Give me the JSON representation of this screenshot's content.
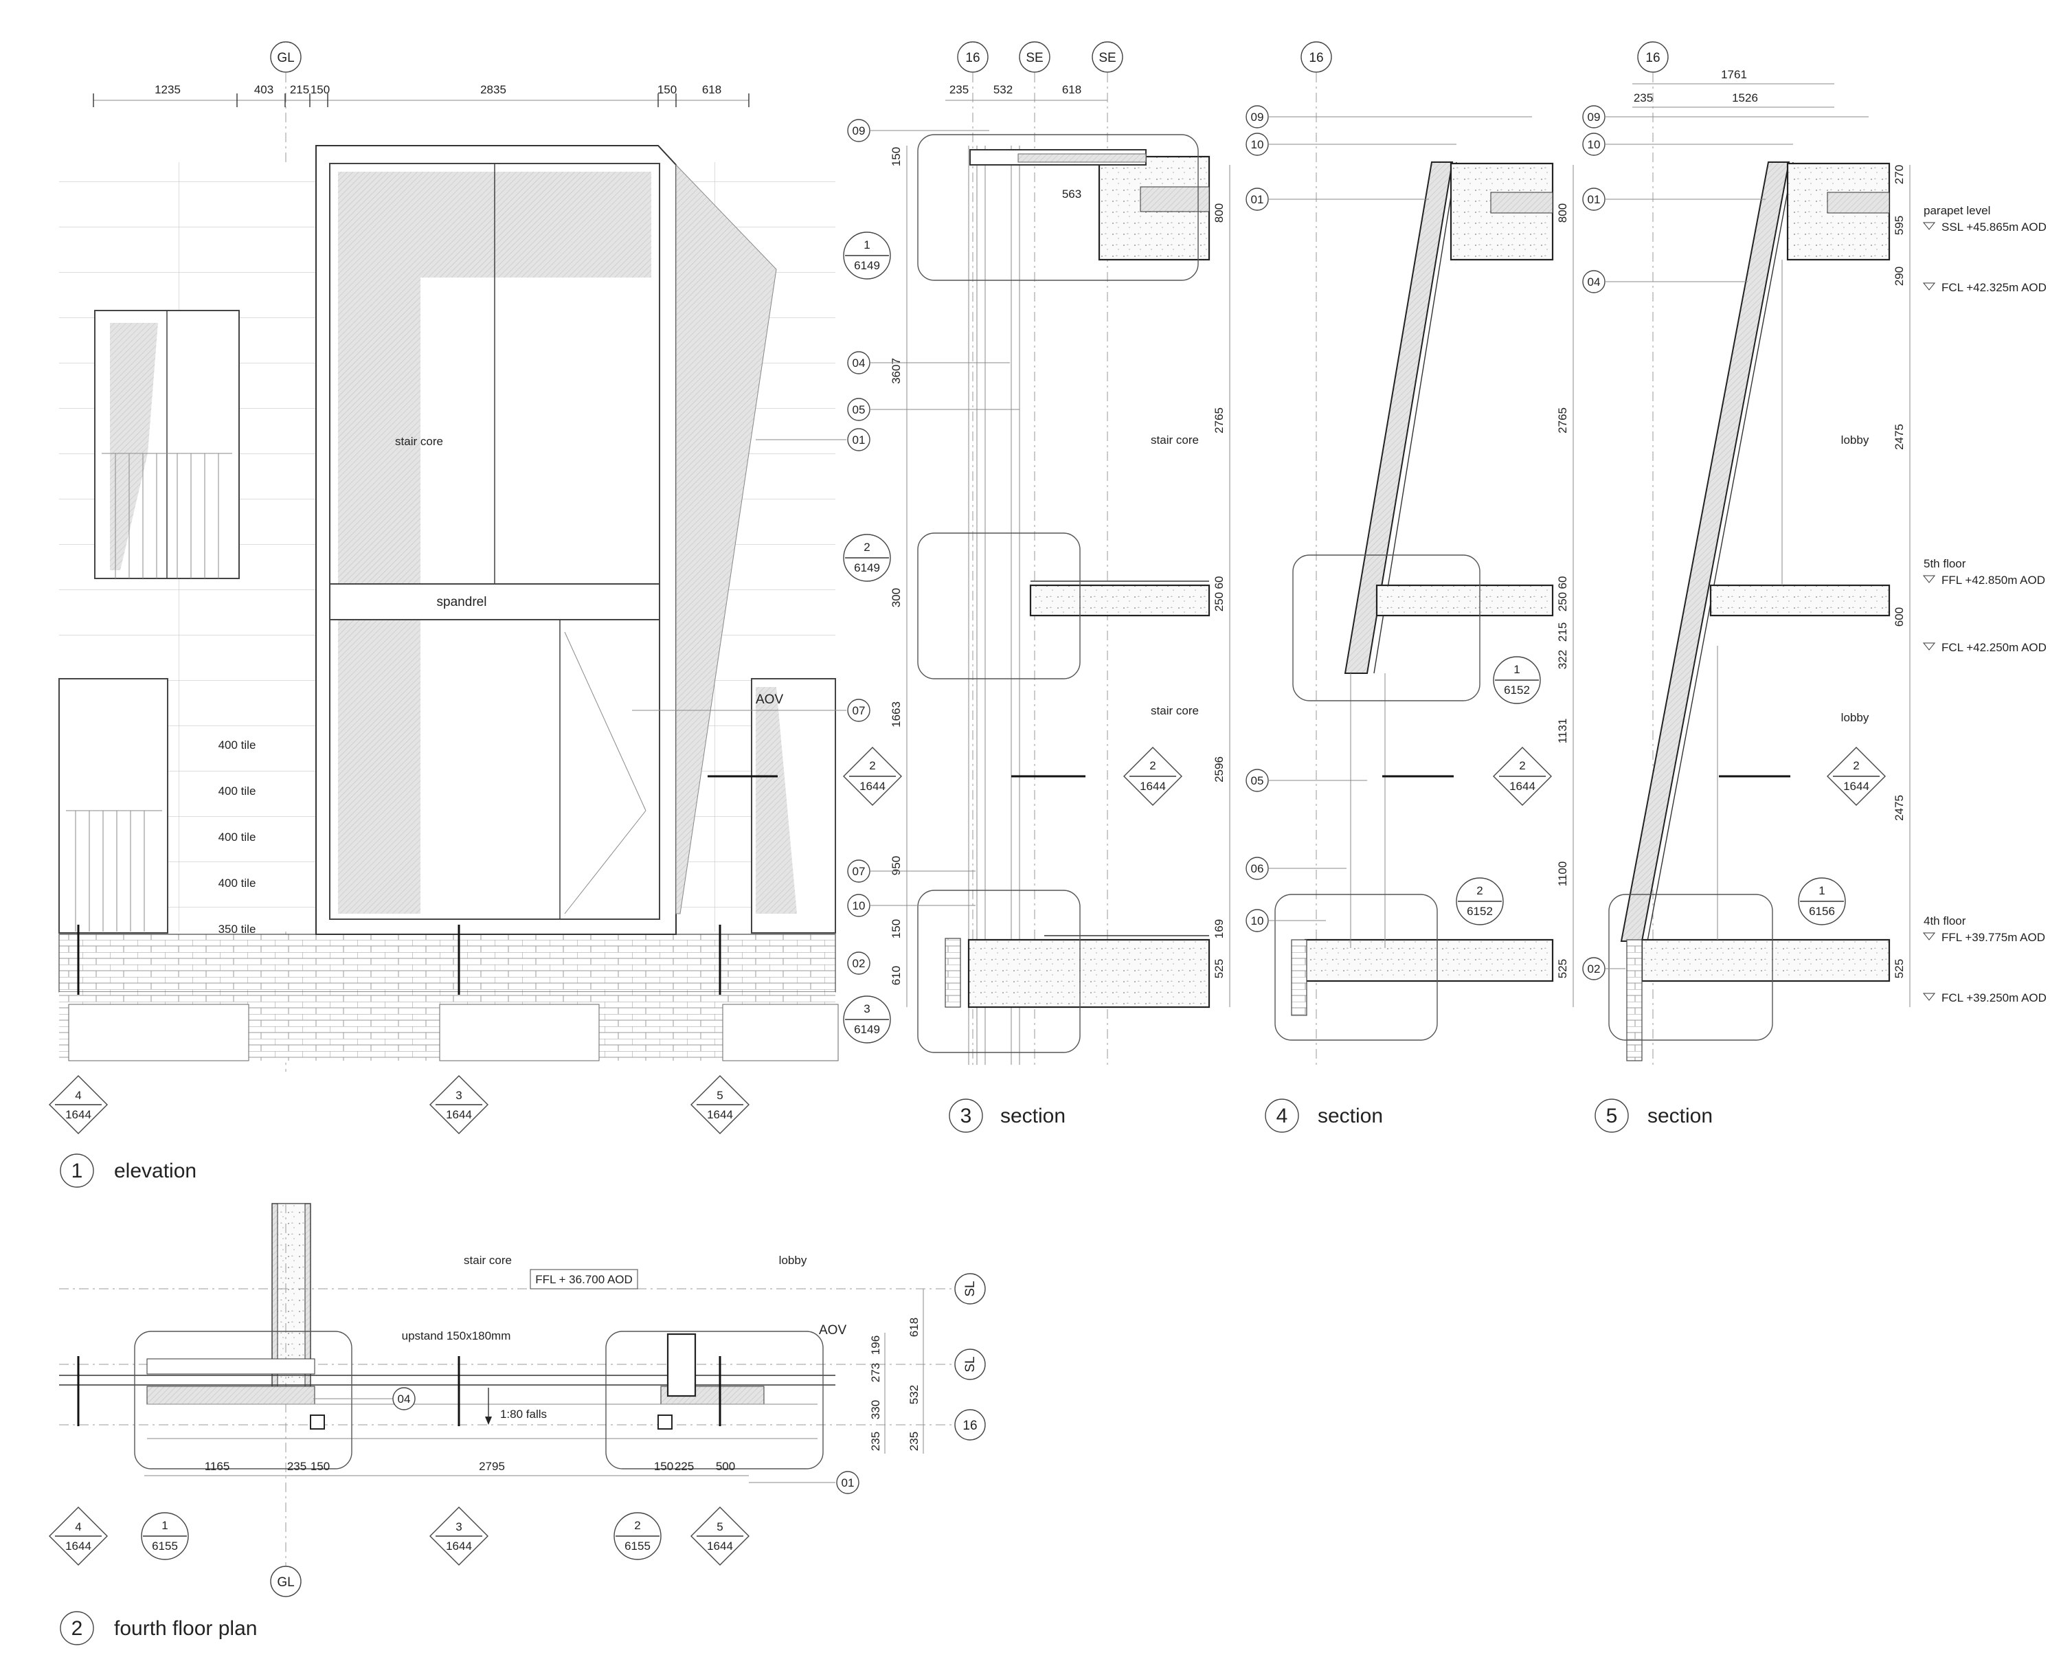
{
  "grid_bubbles": {
    "gl": "GL",
    "s16": "16",
    "se": "SE",
    "sl": "SL"
  },
  "elevation": {
    "title_num": "1",
    "title": "elevation",
    "dims_top": [
      "1235",
      "403",
      "215",
      "150",
      "2835",
      "150",
      "618"
    ],
    "labels": {
      "stair_core": "stair core",
      "spandrel": "spandrel",
      "aov": "AOV",
      "tiles": [
        "400 tile",
        "400 tile",
        "400 tile",
        "400 tile",
        "350 tile"
      ]
    },
    "tags": [
      "01",
      "07",
      "02"
    ],
    "section_markers": [
      {
        "num": "4",
        "sheet": "1644"
      },
      {
        "num": "3",
        "sheet": "1644"
      },
      {
        "num": "5",
        "sheet": "1644"
      },
      {
        "num": "2",
        "sheet": "1644"
      }
    ]
  },
  "section3": {
    "title_num": "3",
    "title": "section",
    "dims_top": [
      "235",
      "532",
      "618"
    ],
    "dims_left": [
      "150",
      "3607",
      "300",
      "1663",
      "950",
      "150",
      "610"
    ],
    "dims_right": [
      "800",
      "2765",
      "250",
      "60",
      "2596",
      "169",
      "525"
    ],
    "inner_dim": "563",
    "labels": [
      "stair core",
      "stair core"
    ],
    "tags": [
      "09",
      "04",
      "05",
      "07",
      "10",
      "02"
    ],
    "details": [
      {
        "num": "1",
        "sheet": "6149"
      },
      {
        "num": "2",
        "sheet": "6149"
      },
      {
        "num": "3",
        "sheet": "6149"
      }
    ],
    "marker": {
      "num": "2",
      "sheet": "1644"
    }
  },
  "section4": {
    "title_num": "4",
    "title": "section",
    "dims_right": [
      "800",
      "2765",
      "250",
      "60",
      "215",
      "322",
      "1131",
      "1100",
      "525"
    ],
    "tags": [
      "09",
      "10",
      "01",
      "05",
      "06",
      "10"
    ],
    "details": [
      {
        "num": "1",
        "sheet": "6152"
      },
      {
        "num": "2",
        "sheet": "6152"
      }
    ],
    "marker": {
      "num": "2",
      "sheet": "1644"
    }
  },
  "section5": {
    "title_num": "5",
    "title": "section",
    "dims_top": [
      "1761",
      "235",
      "1526"
    ],
    "dims_right": [
      "270",
      "595",
      "290",
      "2475",
      "600",
      "2475",
      "525"
    ],
    "tags": [
      "09",
      "10",
      "01",
      "04",
      "02"
    ],
    "labels": [
      "lobby",
      "lobby"
    ],
    "levels": [
      {
        "name": "parapet level",
        "value": "SSL +45.865m AOD"
      },
      {
        "name": "",
        "value": "FCL +42.325m AOD"
      },
      {
        "name": "5th floor",
        "value": "FFL +42.850m AOD"
      },
      {
        "name": "",
        "value": "FCL +42.250m AOD"
      },
      {
        "name": "4th floor",
        "value": "FFL +39.775m AOD"
      },
      {
        "name": "",
        "value": "FCL +39.250m AOD"
      }
    ],
    "detail": {
      "num": "1",
      "sheet": "6156"
    },
    "marker": {
      "num": "2",
      "sheet": "1644"
    }
  },
  "plan": {
    "title_num": "2",
    "title": "fourth floor plan",
    "labels": {
      "stair_core": "stair core",
      "lobby": "lobby",
      "ffl": "FFL  + 36.700 AOD",
      "upstand": "upstand 150x180mm",
      "falls": "1:80 falls",
      "aov": "AOV"
    },
    "dims_bottom": [
      "1165",
      "235",
      "150",
      "2795",
      "150",
      "225",
      "500"
    ],
    "dims_right": [
      "618",
      "196",
      "273",
      "532",
      "330",
      "235",
      "235"
    ],
    "tags": [
      "04",
      "01"
    ],
    "details": [
      {
        "num": "1",
        "sheet": "6155"
      },
      {
        "num": "2",
        "sheet": "6155"
      }
    ],
    "markers": [
      {
        "num": "4",
        "sheet": "1644"
      },
      {
        "num": "3",
        "sheet": "1644"
      },
      {
        "num": "5",
        "sheet": "1644"
      }
    ]
  }
}
